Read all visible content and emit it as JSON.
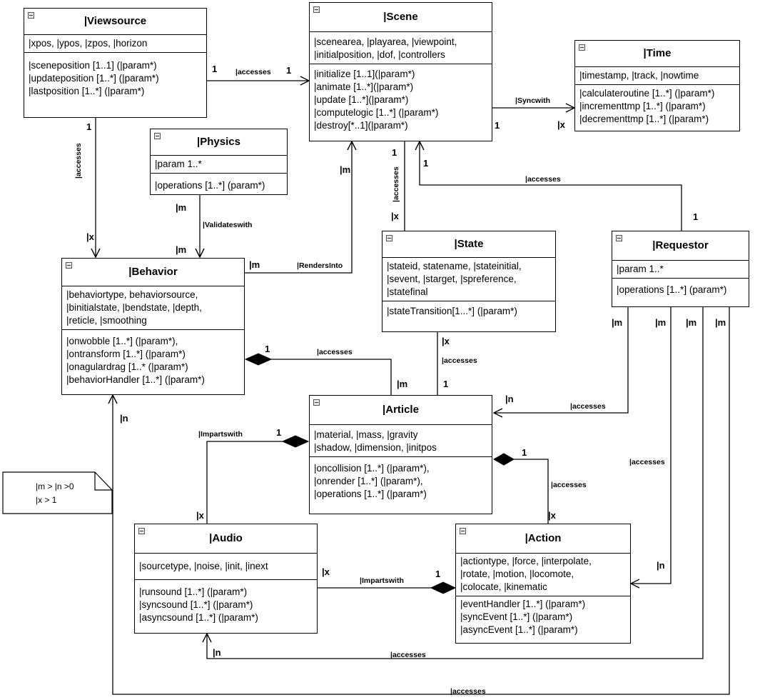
{
  "classes": {
    "viewsource": {
      "title": "|Viewsource",
      "attributes": [
        "|xpos, |ypos, |zpos, |horizon"
      ],
      "operations": [
        "|sceneposition [1..1] (|param*)",
        "|updateposition [1..*] (|param*)",
        "|lastposition [1..*] (|param*)"
      ]
    },
    "scene": {
      "title": "|Scene",
      "attributes": [
        "|scenearea, |playarea, |viewpoint,",
        "|initialposition, |dof, |controllers"
      ],
      "operations": [
        "|initialize [1..1](|param*)",
        "|animate [1..*](|param*)",
        "|update [1..*](|param*)",
        "|computelogic [1..*] (|param*)",
        "|destroy[*..1](|param*)"
      ]
    },
    "time": {
      "title": "|Time",
      "attributes": [
        "|timestamp, |track, |nowtime"
      ],
      "operations": [
        "|calculateroutine [1..*] (|param*)",
        "|incrementtmp [1..*] (|param*)",
        "|decrementtmp [1..*] (|param*)"
      ]
    },
    "physics": {
      "title": "|Physics",
      "attributes": [
        "|param 1..*"
      ],
      "operations": [
        "|operations [1..*] (param*)"
      ]
    },
    "behavior": {
      "title": "|Behavior",
      "attributes": [
        "|behaviortype, behaviorsource,",
        "|binitialstate, |bendstate, |depth,",
        "|reticle, |smoothing"
      ],
      "operations": [
        "|onwobble [1..*] (|param*),",
        "|ontransform [1..*] (|param*)",
        "|onagulardrag [1..* (|param*)",
        "|behaviorHandler [1..*] (|param*)"
      ]
    },
    "state": {
      "title": "|State",
      "attributes": [
        "|stateid, statename, |stateinitial,",
        "|sevent, |starget, |spreference,",
        "|statefinal"
      ],
      "operations": [
        "|stateTransition[1...*] (|param*)"
      ]
    },
    "requestor": {
      "title": "|Requestor",
      "attributes": [
        "|param 1..*"
      ],
      "operations": [
        "|operations [1..*] (param*)"
      ]
    },
    "article": {
      "title": "|Article",
      "attributes": [
        "|material, |mass, |gravity",
        "|shadow, |dimension, |initpos"
      ],
      "operations": [
        "|oncollision [1..*] (|param*),",
        "|onrender [1..*] (|param*),",
        "|operations [1..*] (|param*)"
      ]
    },
    "audio": {
      "title": "|Audio",
      "attributes": [
        "|sourcetype, |noise, |init,  |inext"
      ],
      "operations": [
        "|runsound [1..*] (|param*)",
        "|syncsound [1..*] (|param*)",
        "|asyncsound [1..*] (|param*)"
      ]
    },
    "action": {
      "title": "|Action",
      "attributes": [
        "|actiontype, |force, |interpolate,",
        "|rotate, |motion, |locomote,",
        "|colocate, |kinematic"
      ],
      "operations": [
        "|eventHandler [1..*] (|param*)",
        "|syncEvent [1..*] (|param*)",
        "|asyncEvent [1..*] (|param*)"
      ]
    }
  },
  "labels": {
    "accesses": "|accesses",
    "syncwith": "|Syncwith",
    "validateswith": "|Validateswith",
    "rendersinto": "|RendersInto",
    "impartswith": "|Impartswith"
  },
  "multiplicity": {
    "one": "1",
    "m": "|m",
    "n": "|n",
    "x": "|x"
  },
  "note": {
    "line1": "|m > |n >0",
    "line2": "|x > 1"
  }
}
